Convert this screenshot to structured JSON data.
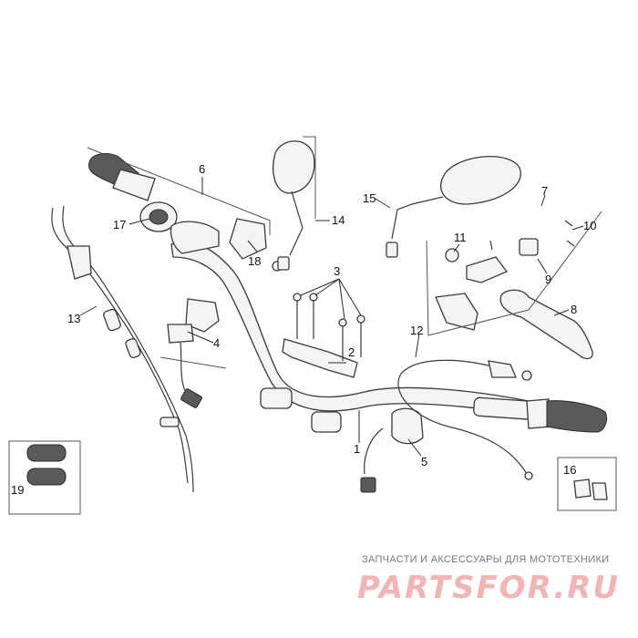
{
  "callouts": [
    {
      "id": "1",
      "label": "1"
    },
    {
      "id": "2",
      "label": "2"
    },
    {
      "id": "3",
      "label": "3"
    },
    {
      "id": "4",
      "label": "4"
    },
    {
      "id": "5",
      "label": "5"
    },
    {
      "id": "6",
      "label": "6"
    },
    {
      "id": "7",
      "label": "7"
    },
    {
      "id": "8",
      "label": "8"
    },
    {
      "id": "9",
      "label": "9"
    },
    {
      "id": "10",
      "label": "10"
    },
    {
      "id": "11",
      "label": "11"
    },
    {
      "id": "12",
      "label": "12"
    },
    {
      "id": "13",
      "label": "13"
    },
    {
      "id": "14",
      "label": "14"
    },
    {
      "id": "15",
      "label": "15"
    },
    {
      "id": "16",
      "label": "16"
    },
    {
      "id": "17",
      "label": "17"
    },
    {
      "id": "18",
      "label": "18"
    },
    {
      "id": "19",
      "label": "19"
    }
  ],
  "watermark": {
    "subtitle": "ЗАПЧАСТИ И АКСЕССУАРЫ ДЛЯ МОТОТЕХНИКИ",
    "brand": "PARTSFOR.RU",
    "color": "#f2b4b4"
  }
}
